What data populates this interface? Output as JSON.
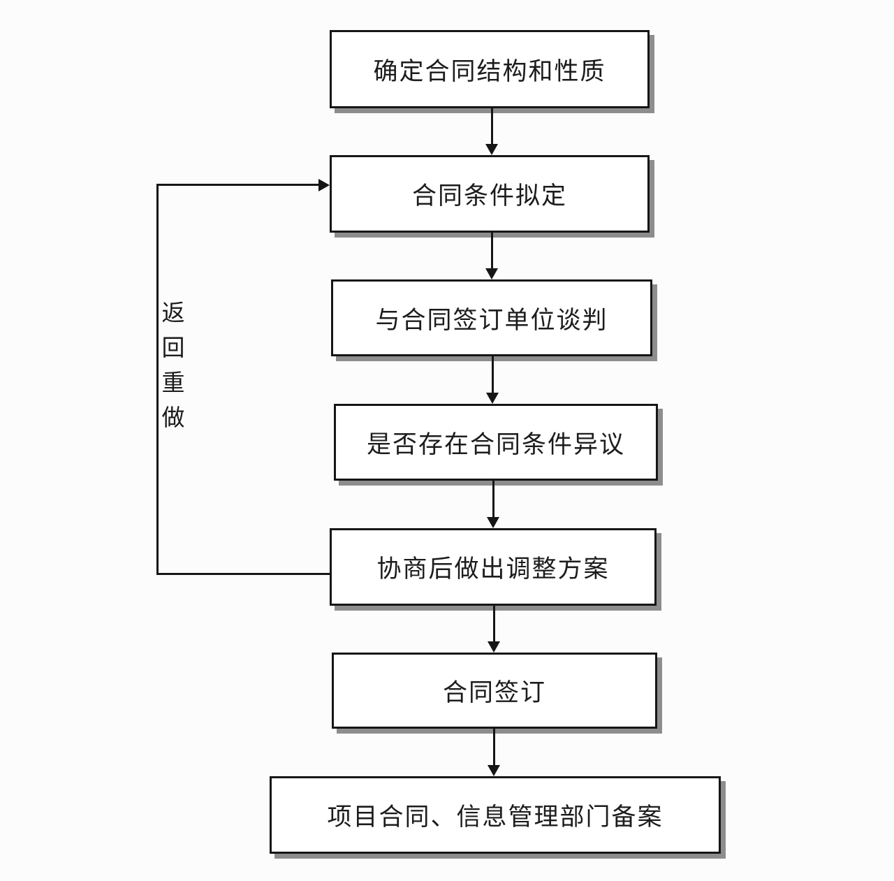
{
  "diagram": {
    "type": "flowchart",
    "nodes": [
      {
        "id": "n1",
        "label": "确定合同结构和性质"
      },
      {
        "id": "n2",
        "label": "合同条件拟定"
      },
      {
        "id": "n3",
        "label": "与合同签订单位谈判"
      },
      {
        "id": "n4",
        "label": "是否存在合同条件异议"
      },
      {
        "id": "n5",
        "label": "协商后做出调整方案"
      },
      {
        "id": "n6",
        "label": "合同签订"
      },
      {
        "id": "n7",
        "label": "项目合同、信息管理部门备案"
      }
    ],
    "edges": [
      {
        "from": "n1",
        "to": "n2"
      },
      {
        "from": "n2",
        "to": "n3"
      },
      {
        "from": "n3",
        "to": "n4"
      },
      {
        "from": "n4",
        "to": "n5"
      },
      {
        "from": "n5",
        "to": "n6"
      },
      {
        "from": "n6",
        "to": "n7"
      },
      {
        "from": "n5",
        "to": "n2",
        "label": "返回重做"
      }
    ],
    "loop_label": "返回重做",
    "colors": {
      "background": "#fcfcfc",
      "box_fill": "#ffffff",
      "line": "#161616",
      "shadow": "#8d8d8d",
      "text": "#1c1c1c"
    }
  }
}
